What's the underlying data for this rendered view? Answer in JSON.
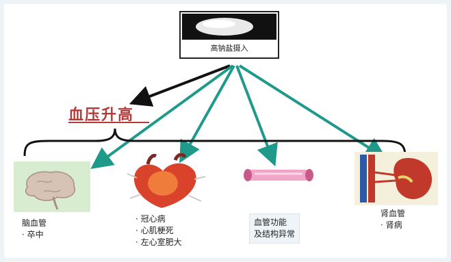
{
  "top_box": {
    "label": "高钠盐摄入",
    "image_icon": "salt-pile-photo"
  },
  "center_label": "血压升高",
  "targets": [
    {
      "lines": [
        "脑血管",
        "· 卒中"
      ],
      "image_icon": "brain-icon"
    },
    {
      "lines": [
        "· 冠心病",
        "· 心肌梗死",
        "· 左心室肥大"
      ],
      "image_icon": "heart-icon"
    },
    {
      "lines": [
        "血管功能",
        "及结构异常"
      ],
      "image_icon": "blood-vessel-icon"
    },
    {
      "lines": [
        "肾血管",
        "· 肾病"
      ],
      "image_icon": "kidney-icon"
    }
  ],
  "colors": {
    "teal_arrow": "#1f9a8a",
    "black_arrow": "#111111",
    "red_label": "#b43a3a"
  }
}
